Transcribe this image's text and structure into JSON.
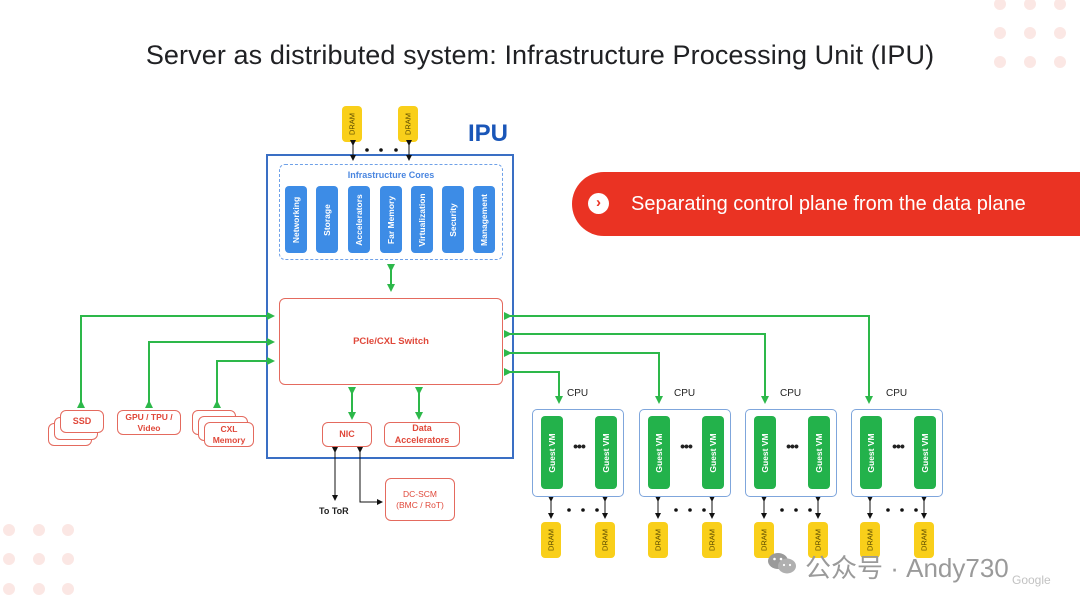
{
  "title": "Server as distributed system: Infrastructure Processing Unit (IPU)",
  "ipu": {
    "label": "IPU",
    "dram_top": [
      "DRAM",
      "DRAM"
    ],
    "infrastructure_cores": {
      "title": "Infrastructure Cores",
      "cores": [
        "Networking",
        "Storage",
        "Accelerators",
        "Far Memory",
        "Virtualization",
        "Security",
        "Management"
      ]
    },
    "switch_label": "PCIe/CXL Switch",
    "nic_label": "NIC",
    "data_accelerators_label": "Data Accelerators"
  },
  "left_devices": {
    "ssd": "SSD",
    "gpu": "GPU / TPU / Video",
    "cxl": "CXL Memory"
  },
  "below": {
    "to_tor": "To ToR",
    "dcscm_line1": "DC-SCM",
    "dcscm_line2": "(BMC / RoT)"
  },
  "banner": {
    "icon": "chevron-right-circle",
    "text": "Separating control plane from the data plane",
    "color": "#ea3323"
  },
  "cpus": [
    {
      "label": "CPU",
      "vms": [
        "Guest VM",
        "Guest VM"
      ],
      "ellipsis": "•••",
      "dram": [
        "DRAM",
        "DRAM"
      ]
    },
    {
      "label": "CPU",
      "vms": [
        "Guest VM",
        "Guest VM"
      ],
      "ellipsis": "•••",
      "dram": [
        "DRAM",
        "DRAM"
      ]
    },
    {
      "label": "CPU",
      "vms": [
        "Guest VM",
        "Guest VM"
      ],
      "ellipsis": "•••",
      "dram": [
        "DRAM",
        "DRAM"
      ]
    },
    {
      "label": "CPU",
      "vms": [
        "Guest VM",
        "Guest VM"
      ],
      "ellipsis": "•••",
      "dram": [
        "DRAM",
        "DRAM"
      ]
    }
  ],
  "watermark": {
    "text": "公众号 · Andy730",
    "brand": "Google"
  },
  "colors": {
    "ipu_blue": "#1a56b8",
    "core_blue": "#3d8ce6",
    "link_green": "#2db84a",
    "vm_green": "#23b24b",
    "dram_yellow": "#f9cf1a",
    "device_red": "#e0483a"
  }
}
